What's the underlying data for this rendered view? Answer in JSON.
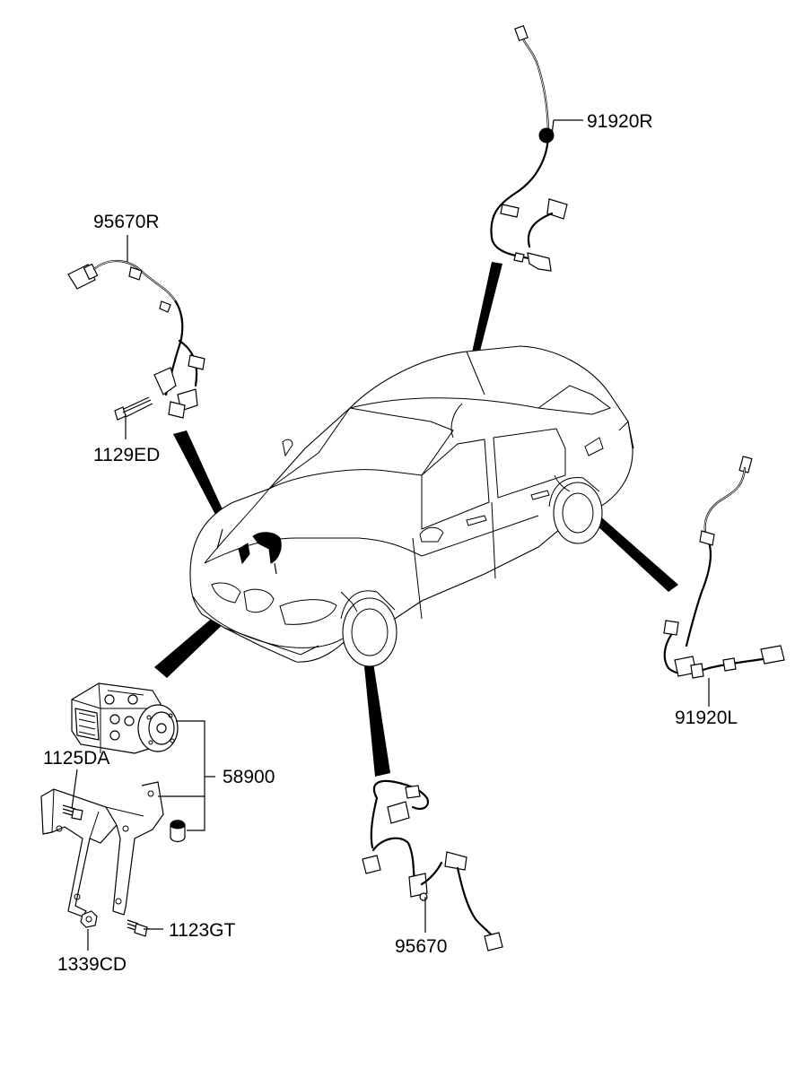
{
  "diagram": {
    "labels": {
      "sensor_rear_right": "91920R",
      "sensor_front_right": "95670R",
      "bolt_top": "1129ED",
      "bolt_1125": "1125DA",
      "hecu_assy": "58900",
      "sensor_rear_left": "91920L",
      "bolt_1123": "1123GT",
      "nut_1339": "1339CD",
      "sensor_front_left": "95670"
    }
  }
}
